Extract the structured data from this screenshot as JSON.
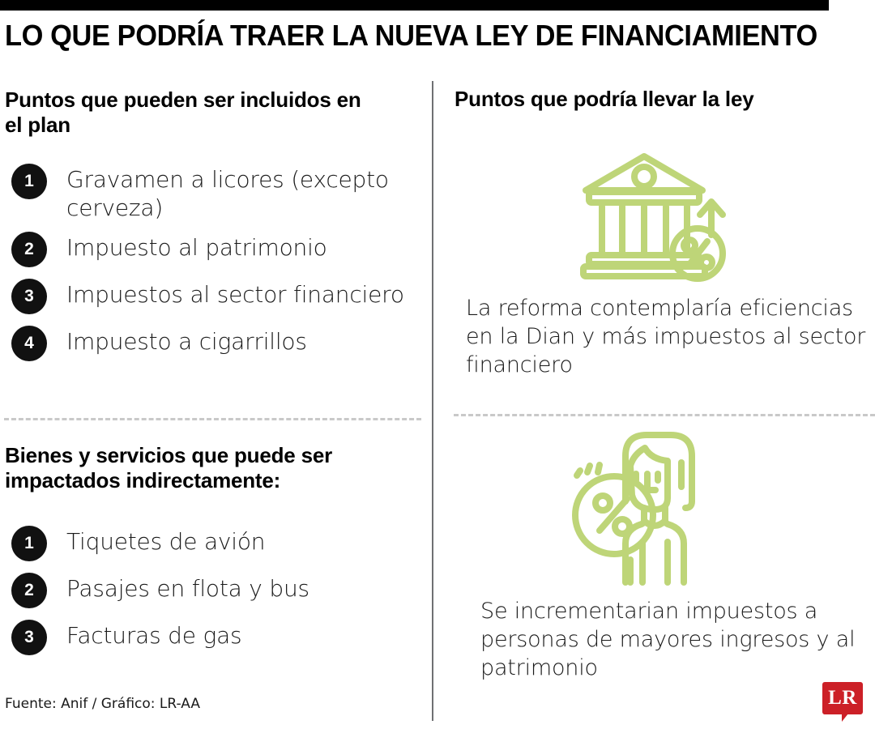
{
  "meta": {
    "accent_green": "#bed578",
    "logo_red": "#cc2027",
    "divider_gray": "#6f7073",
    "dash_gray": "#c9c9c9"
  },
  "header": {
    "title": "LO QUE PODRÍA TRAER LA NUEVA LEY DE FINANCIAMIENTO"
  },
  "left_column": {
    "section1": {
      "heading": "Puntos que pueden ser incluidos en el plan",
      "items": [
        {
          "num": "1",
          "text": "Gravamen a licores (excepto cerveza)"
        },
        {
          "num": "2",
          "text": "Impuesto al patrimonio"
        },
        {
          "num": "3",
          "text": "Impuestos al sector financiero"
        },
        {
          "num": "4",
          "text": "Impuesto a cigarrillos"
        }
      ]
    },
    "section2": {
      "heading": "Bienes y servicios que puede ser impactados indirectamente:",
      "items": [
        {
          "num": "1",
          "text": "Tiquetes de avión"
        },
        {
          "num": "2",
          "text": "Pasajes en flota y bus"
        },
        {
          "num": "3",
          "text": "Facturas de gas"
        }
      ]
    },
    "source": "Fuente: Anif / Gráfico: LR-AA"
  },
  "right_column": {
    "heading": "Puntos que podría llevar la ley",
    "blocks": [
      {
        "icon": "bank-percent-arrow-icon",
        "caption": "La reforma contemplaría eficiencias en la Dian y más impuestos al sector financiero"
      },
      {
        "icon": "person-percent-icon",
        "caption": "Se incrementarian impuestos a personas de mayores ingresos y al patrimonio"
      }
    ]
  },
  "logo": {
    "text": "LR"
  }
}
